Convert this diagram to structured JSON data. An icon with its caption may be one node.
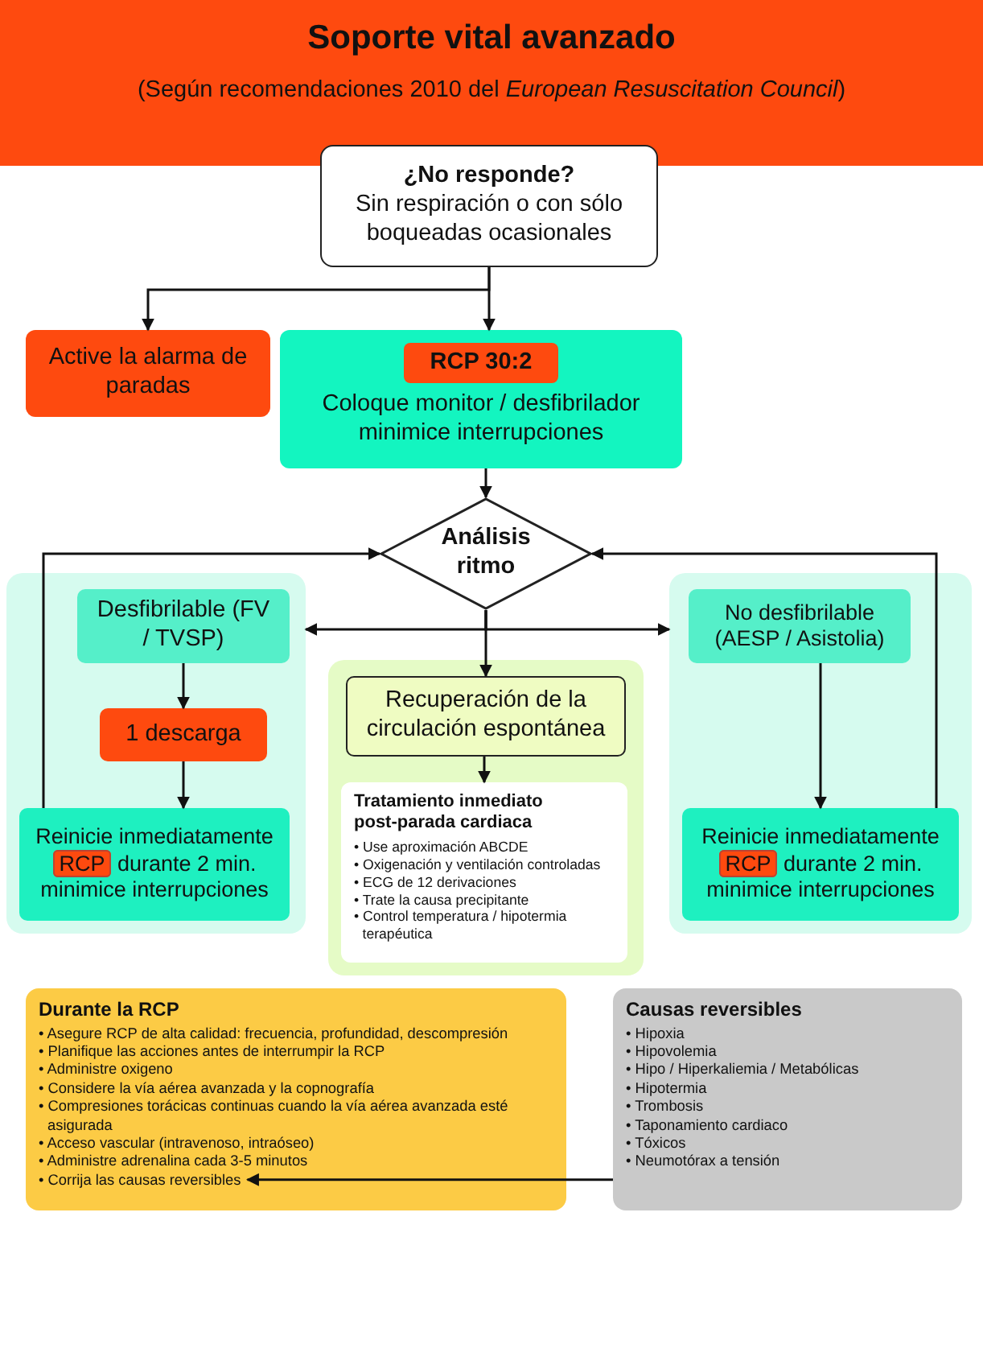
{
  "diagram": {
    "title": "Soporte vital avanzado",
    "nodes": [
      {
        "text": [
          "¿No responde?",
          "Sin respiración o con sólo boqueadas ocasionales"
        ]
      },
      {
        "text": [
          "Active la alarma de paradas"
        ]
      },
      {
        "text": [
          "Coloque monitor / desfibrilador minimice interrupciones"
        ]
      },
      {
        "text": [
          "RCP 30:2"
        ],
        "in": 2
      },
      {
        "text": [
          "Análisis ritmo"
        ]
      },
      {
        "text": [],
        "shape": "box"
      },
      {
        "text": [
          "Desfibrilable (FV / TVSP)"
        ],
        "in": 5
      },
      {
        "text": [
          "1 descarga"
        ],
        "in": 5
      },
      {
        "text": [
          "Reinicie inmediatamente **RCP** durante 2 min. minimice interrupciones"
        ],
        "in": 5
      },
      {
        "text": [],
        "shape": "box"
      },
      {
        "text": [
          "Recuperación de la circulación espontánea"
        ],
        "in": 9
      },
      {
        "text": [
          "Tratamiento inmediato post-parada cardiaca",
          "• Use aproximación ABCDE",
          "• Oxigenación y ventilación controladas",
          "• ECG de 12 derivaciones",
          "• Trate la causa precipitante",
          "• Control temperatura / hipotermia terapéutica"
        ],
        "in": 9
      },
      {
        "text": [],
        "shape": "box"
      },
      {
        "text": [
          "No desfibrilable (AESP / Asistolia)"
        ],
        "in": 12
      },
      {
        "text": [
          "Reinicie inmediatamente **RCP** durante 2 min. minimice interrupciones"
        ],
        "in": 12
      },
      {
        "text": [
          "Durante la RCP",
          "• Asegure RCP de alta calidad: frecuencia, profundidad, descompresión",
          "• Planifique las acciones antes de interrumpir la RCP",
          "• Administre oxigeno",
          "• Considere la vía aérea avanzada y la copnografía",
          "• Compresiones torácicas continuas cuando la vía aérea avanzada esté asigurada",
          "• Acceso vascular (intravenoso, intraóseo)",
          "• Administre adrenalina cada 3-5 minutos",
          "• Corrija las causas reversibles"
        ]
      },
      {
        "text": [
          "Causas reversibles",
          "• Hipoxia",
          "• Hipovolemia",
          "• Hipo / Hiperkaliemia / Metabólicas",
          "• Hipotermia",
          "• Trombosis",
          "• Taponamiento cardiaco",
          "• Tóxicos",
          "• Neumotórax a tensión"
        ]
      }
    ],
    "edges": [
      {
        "from": 0,
        "to": 1,
        "arrow": "to"
      },
      {
        "from": 0,
        "to": 2,
        "arrow": "to"
      },
      {
        "from": 2,
        "to": 4,
        "arrow": "to"
      },
      {
        "from": 4,
        "to": 5,
        "arrow": "to"
      },
      {
        "from": 4,
        "to": 12,
        "arrow": "to"
      },
      {
        "from": 4,
        "to": 10,
        "arrow": "to"
      },
      {
        "from": 6,
        "to": 7,
        "arrow": "to"
      },
      {
        "from": 7,
        "to": 8,
        "arrow": "to"
      },
      {
        "from": 10,
        "to": 11,
        "arrow": "to"
      },
      {
        "from": 8,
        "to": 4,
        "arrow": "to"
      },
      {
        "from": 14,
        "to": 4,
        "arrow": "to"
      },
      {
        "from": 13,
        "to": 14,
        "arrow": "to"
      },
      {
        "from": 16,
        "to": 15,
        "arrow": "to"
      }
    ],
    "labels": [
      "(Según recomendaciones 2010 del *European Resuscitation Council*)"
    ]
  }
}
